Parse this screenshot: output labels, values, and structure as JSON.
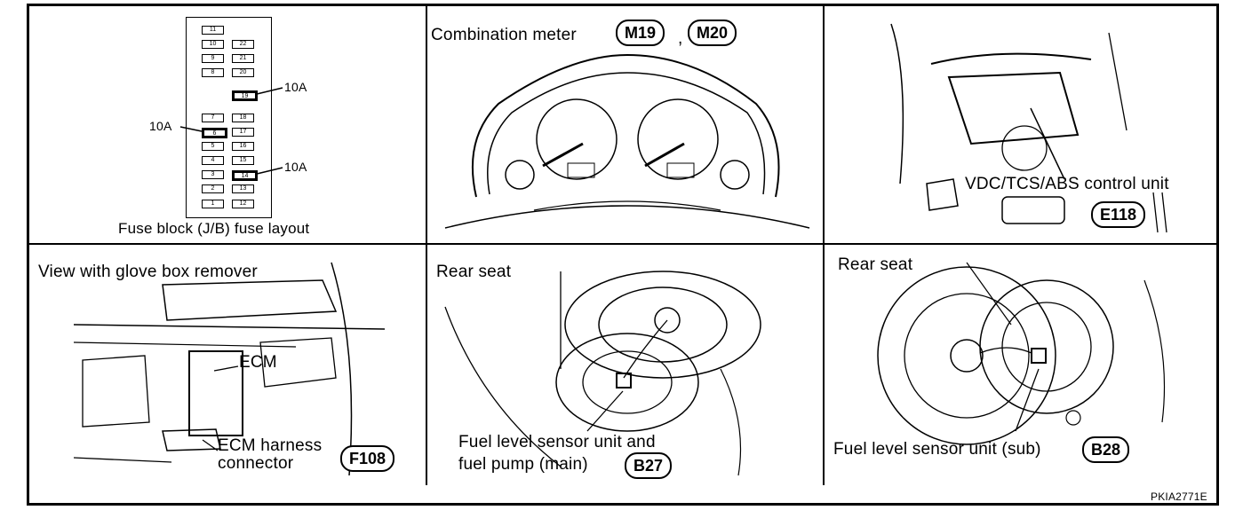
{
  "panels": {
    "fuse": {
      "caption": "Fuse block (J/B) fuse layout",
      "rating_top": "10A",
      "rating_left": "10A",
      "rating_bottom": "10A",
      "left_column": [
        "11",
        "10",
        "9",
        "8",
        "",
        "7",
        "6",
        "5",
        "4",
        "3",
        "2",
        "1"
      ],
      "right_column": [
        "22",
        "21",
        "20",
        "19",
        "18",
        "17",
        "16",
        "15",
        "14",
        "13",
        "12"
      ]
    },
    "meter": {
      "title": "Combination meter",
      "connector_1": "M19",
      "separator": ",",
      "connector_2": "M20"
    },
    "abs": {
      "label": "VDC/TCS/ABS control unit",
      "connector": "E118"
    },
    "ecm": {
      "title": "View with glove box remover",
      "ecm_label": "ECM",
      "harness_line1": "ECM harness",
      "harness_line2": "connector",
      "connector": "F108"
    },
    "main_pump": {
      "title": "Rear seat",
      "line1": "Fuel level sensor unit and",
      "line2": "fuel pump (main)",
      "connector": "B27"
    },
    "sub_sensor": {
      "title": "Rear seat",
      "label": "Fuel level sensor unit (sub)",
      "connector": "B28"
    }
  },
  "figure_code": "PKIA2771E"
}
